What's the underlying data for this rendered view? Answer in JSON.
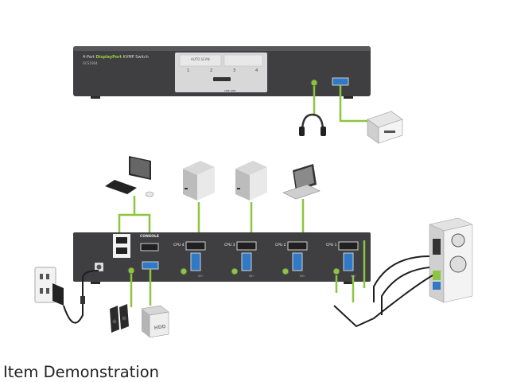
{
  "front_panel": {
    "title_prefix": "4-Port",
    "title_highlight": "DisplayPort",
    "title_suffix": "KVMP Switch",
    "model": "GCS1904",
    "auto_scan_label": "AUTO SCAN",
    "port_numbers": [
      "1",
      "2",
      "3",
      "4"
    ],
    "link_label": "LINK LINK"
  },
  "rear_panel": {
    "console_label": "CONSOLE",
    "cpu_labels": [
      "CPU 4",
      "CPU 3",
      "CPU 2",
      "CPU 1"
    ],
    "usb_label": "SS⇠"
  },
  "peripherals": {
    "hdd_label": "HDD"
  },
  "icons": [
    "keyboard-mouse-icon",
    "monitor-icon",
    "tower-pc-icon",
    "laptop-icon",
    "headphones-icon",
    "printer-icon",
    "speakers-icon",
    "hdd-icon",
    "wall-outlet-icon",
    "power-adapter-icon",
    "desktop-tower-icon"
  ],
  "colors": {
    "chassis": "#3f3f42",
    "connector_green": "#8cc63e",
    "usb_blue": "#2f79c6",
    "accent_green_text": "#9bd33a"
  },
  "caption": "Item Demonstration"
}
